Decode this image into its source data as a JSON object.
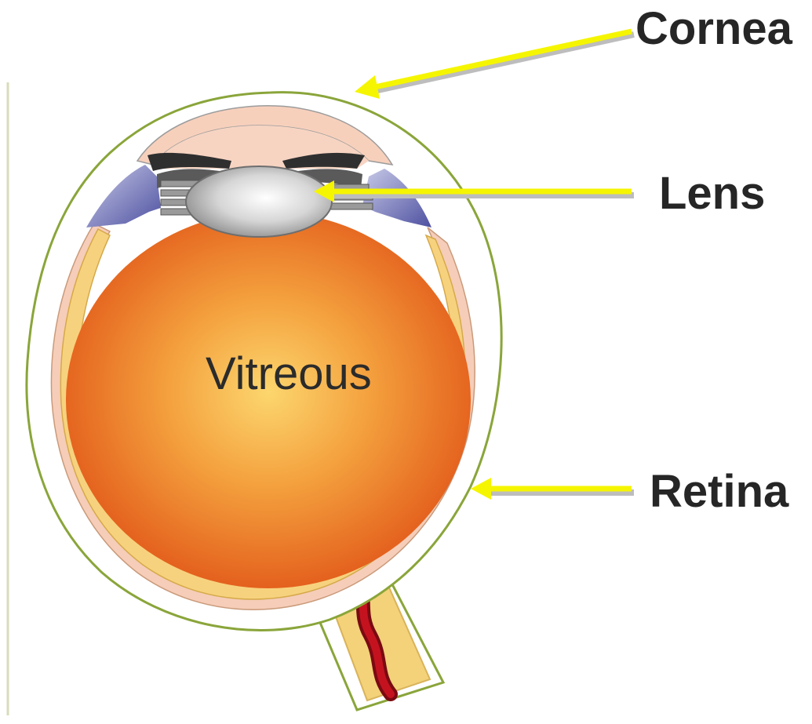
{
  "labels": {
    "cornea": "Cornea",
    "lens": "Lens",
    "retina": "Retina",
    "vitreous": "Vitreous"
  },
  "colors": {
    "arrow": "#f5f500",
    "arrow_shadow": "#bdbdbd",
    "vitreous_center": "#fcd36a",
    "vitreous_edge": "#e4601c",
    "retina_layer": "#f7d27e",
    "choroid_layer": "#f6cdb8",
    "sclera_outline": "#8aa53a",
    "iris": "#5c5fa8",
    "blood_vessel": "#b0101b",
    "optic_nerve": "#f3d27a",
    "label_text": "#262626"
  },
  "icons": {
    "cornea_arrow": "arrow-left-icon",
    "lens_arrow": "arrow-left-icon",
    "retina_arrow": "arrow-left-icon"
  }
}
